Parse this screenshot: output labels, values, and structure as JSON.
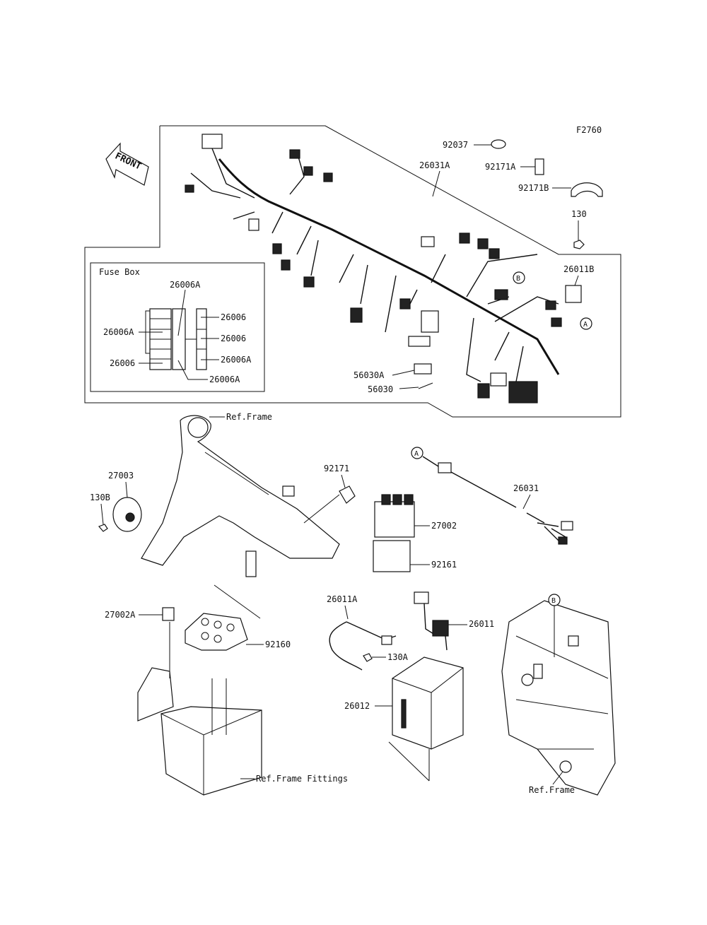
{
  "figure_id": "F2760",
  "front_label": "FRONT",
  "fuse_box": {
    "title": "Fuse Box",
    "labels": {
      "top_a": "26006A",
      "left_a": "26006A",
      "left_plain": "26006",
      "right_1": "26006",
      "right_2": "26006",
      "right_3a": "26006A",
      "bottom_a": "26006A"
    }
  },
  "parts": {
    "p92037": "92037",
    "p26031A": "26031A",
    "p92171A": "92171A",
    "p92171B": "92171B",
    "p130": "130",
    "p26011B": "26011B",
    "p56030A": "56030A",
    "p56030": "56030",
    "p27003": "27003",
    "p130B": "130B",
    "p92171": "92171",
    "p27002": "27002",
    "p92161": "92161",
    "p26031": "26031",
    "p27002A": "27002A",
    "p92160": "92160",
    "p26011A": "26011A",
    "p130A": "130A",
    "p26011": "26011",
    "p26012": "26012"
  },
  "refs": {
    "frame_1": "Ref.Frame",
    "frame_fittings": "Ref.Frame Fittings",
    "frame_2": "Ref.Frame"
  },
  "callouts": {
    "a": "A",
    "b": "B"
  }
}
